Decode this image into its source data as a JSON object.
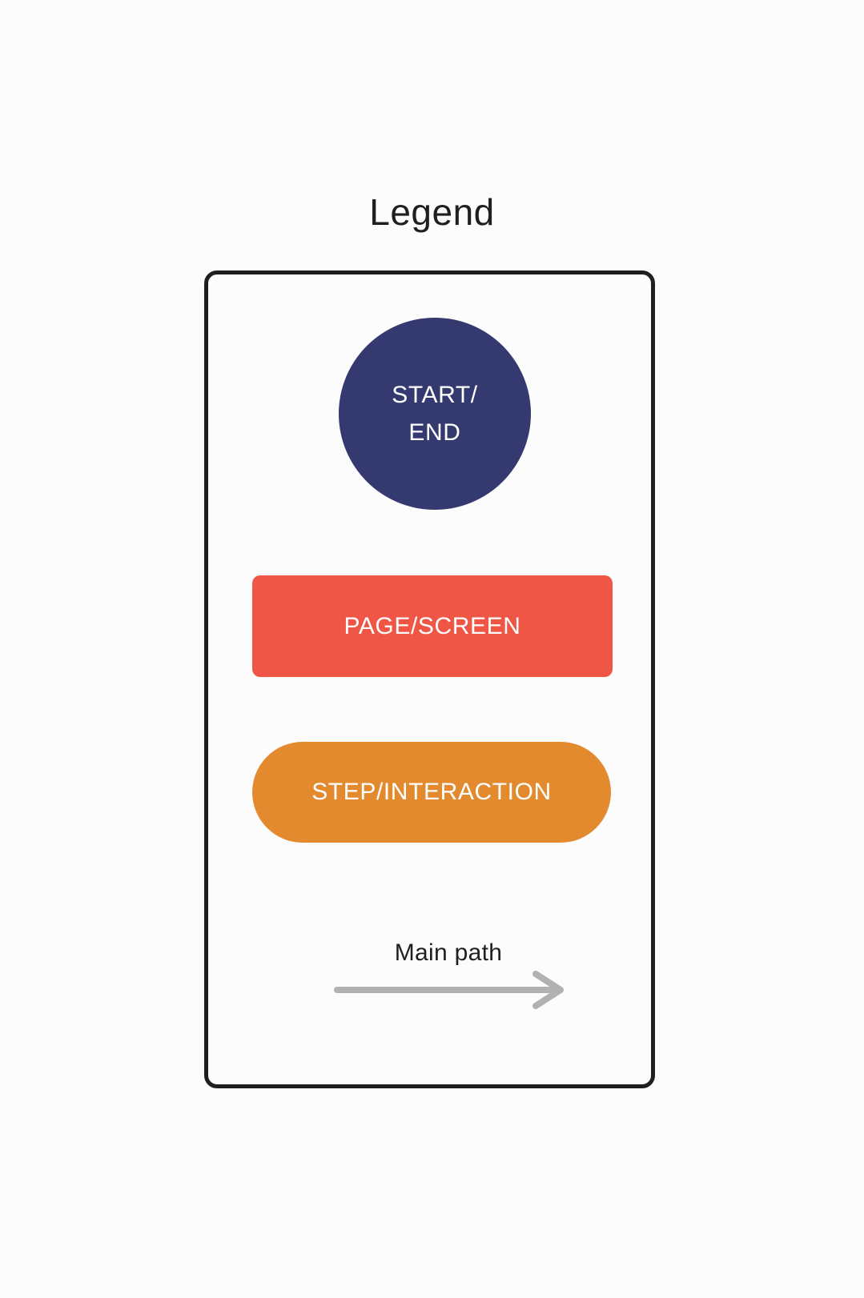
{
  "page": {
    "title": "Legend",
    "background": "#fcfcfc"
  },
  "legend": {
    "panel_border_color": "#1f1f1f",
    "shapes": [
      {
        "name": "start-end",
        "shape": "circle",
        "fill": "#343a70",
        "text_color": "#ffffff",
        "label": "START/END",
        "lines": [
          "START/",
          "END"
        ]
      },
      {
        "name": "page-screen",
        "shape": "rounded-rectangle",
        "fill": "#ef5645",
        "text_color": "#ffffff",
        "label": "PAGE/SCREEN"
      },
      {
        "name": "step-interaction",
        "shape": "pill",
        "fill": "#e38a2f",
        "text_color": "#ffffff",
        "label": "STEP/INTERACTION"
      }
    ],
    "main_path": {
      "label": "Main path",
      "arrow_icon": "arrow-right-icon",
      "arrow_color": "#b1b1b1"
    }
  }
}
